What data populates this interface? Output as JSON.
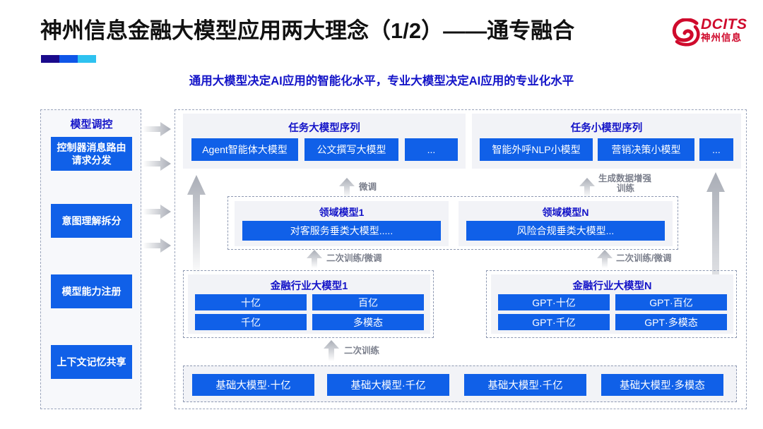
{
  "header": {
    "title": "神州信息金融大模型应用两大理念（1/2）——通专融合",
    "subtitle": "通用大模型决定AI应用的智能化水平，专业大模型决定AI应用的专业化水平",
    "logo": {
      "mark": "dcits-swirl-icon",
      "name_en": "DCITS",
      "name_cn": "神州信息"
    },
    "accent_colors": [
      "#1a0a8c",
      "#0f56e8",
      "#2ec2f0"
    ]
  },
  "colors": {
    "chip_blue": "#1060e8",
    "title_blue": "#1414c8",
    "panel_gray": "#f2f3f7",
    "dashed_border": "#9aa4bb",
    "arrow_gray": "#b9bcc4",
    "logo_red": "#cf0a2c"
  },
  "sidebar": {
    "title": "模型调控",
    "items": [
      {
        "label": "控制器消息路由请求分发"
      },
      {
        "label": "意图理解拆分"
      },
      {
        "label": "模型能力注册"
      },
      {
        "label": "上下文记忆共享"
      }
    ],
    "arrow_count": 4
  },
  "task_rows": [
    {
      "title": "任务大模型序列",
      "chips": [
        "Agent智能体大模型",
        "公文撰写大模型",
        "..."
      ]
    },
    {
      "title": "任务小模型序列",
      "chips": [
        "智能外呼NLP小模型",
        "营销决策小模型",
        "..."
      ]
    }
  ],
  "domain_row": {
    "cards": [
      {
        "title": "领域模型1",
        "chip": "对客服务垂类大模型....."
      },
      {
        "title": "领域模型N",
        "chip": "风险合规垂类大模型..."
      }
    ]
  },
  "industry_row": {
    "panels": [
      {
        "title": "金融行业大模型1",
        "chips": [
          "十亿",
          "百亿",
          "千亿",
          "多模态"
        ]
      },
      {
        "title": "金融行业大模型N",
        "chips": [
          "GPT·十亿",
          "GPT·百亿",
          "GPT·千亿",
          "GPT·多模态"
        ]
      }
    ]
  },
  "foundation_row": {
    "chips": [
      "基础大模型·十亿",
      "基础大模型·千亿",
      "基础大模型·千亿",
      "基础大模型·多模态"
    ]
  },
  "arrow_labels": {
    "fine_tune": "微调",
    "gen_data_aug_line1": "生成数据增强",
    "gen_data_aug_line2": "训练",
    "retrain_finetune": "二次训练/微调",
    "retrain": "二次训练"
  }
}
